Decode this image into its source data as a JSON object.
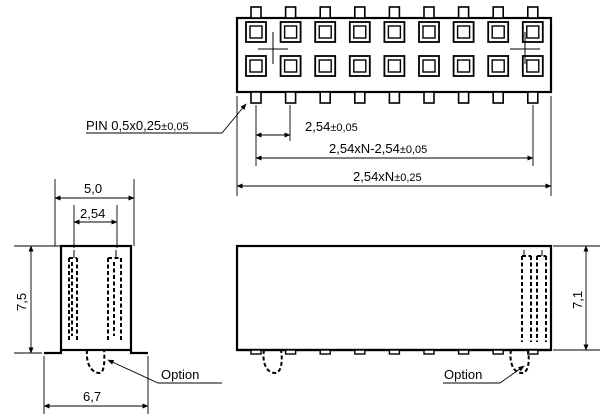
{
  "pin_label": "PIN 0,5x0,25",
  "pin_tol": "±0,05",
  "pitch_label": "2,54",
  "pitch_tol": "±0,05",
  "span_label": "2,54xN-2,54",
  "span_tol": "±0,05",
  "total_label": "2,54xN",
  "total_tol": "±0,25",
  "width_label": "5,0",
  "row_pitch_label": "2,54",
  "height_side_label": "7,5",
  "height_front_label": "7,1",
  "footprint_label": "6,7",
  "option_left_label": "Option",
  "option_right_label": "Option"
}
